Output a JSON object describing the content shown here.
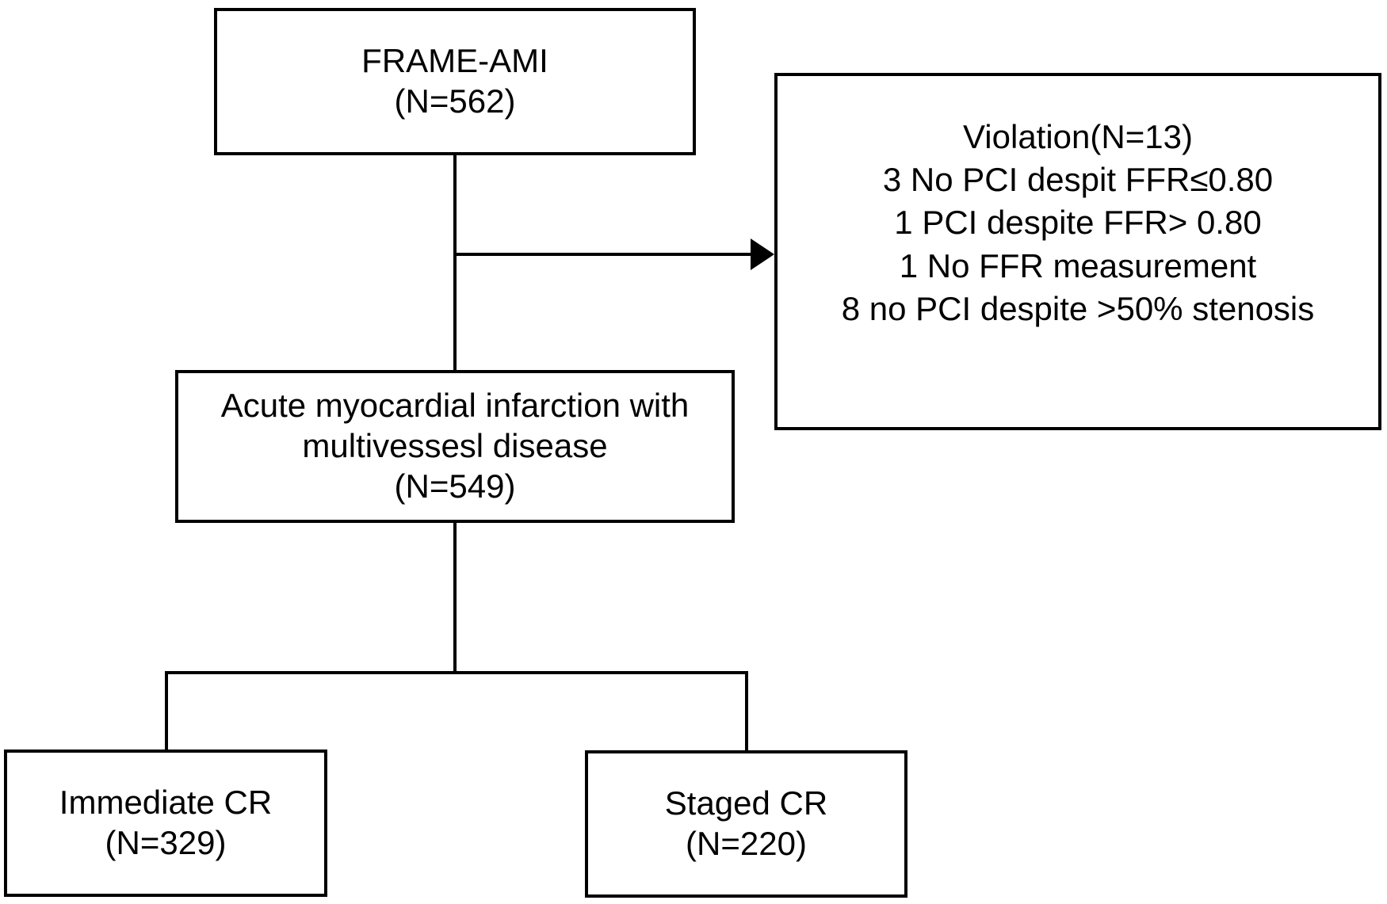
{
  "diagram": {
    "boxes": {
      "top": {
        "line1": "FRAME-AMI",
        "line2": "(N=562)"
      },
      "violation": {
        "title": "Violation(N=13)",
        "items": [
          "3 No PCI despit FFR≤0.80",
          "1 PCI despite FFR> 0.80",
          "1 No FFR measurement",
          "8 no PCI despite >50% stenosis"
        ]
      },
      "ami": {
        "line1": "Acute myocardial infarction with",
        "line2": "multivessesl disease",
        "line3": "(N=549)"
      },
      "immediate": {
        "line1": "Immediate CR",
        "line2": "(N=329)"
      },
      "staged": {
        "line1": "Staged CR",
        "line2": "(N=220)"
      }
    },
    "colors": {
      "border": "#000000",
      "background": "#ffffff",
      "text": "#000000"
    }
  }
}
